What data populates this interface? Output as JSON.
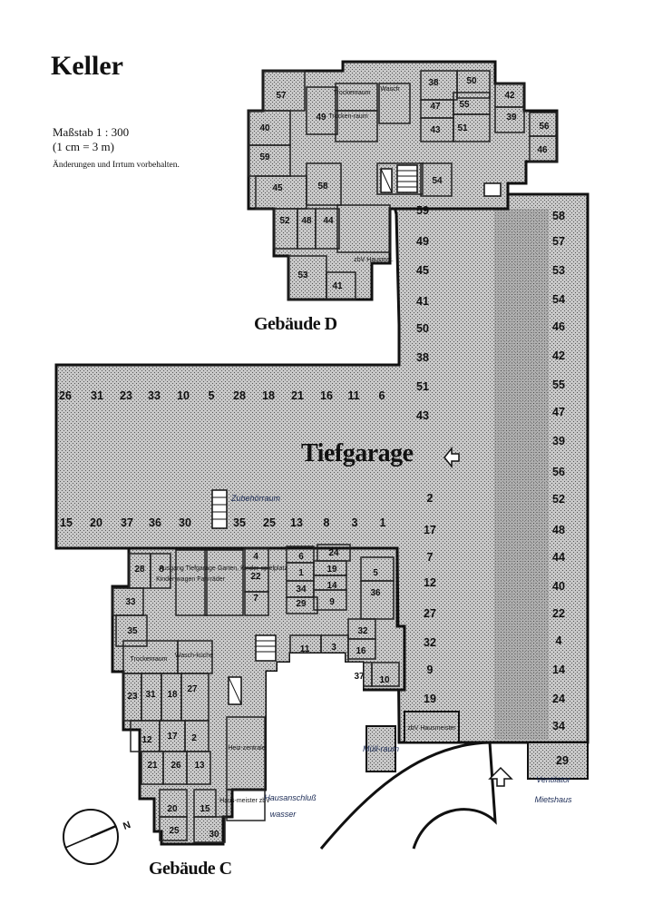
{
  "header": {
    "title": "Keller",
    "scale_line1": "Maßstab 1 : 300",
    "scale_line2": "(1 cm = 3 m)",
    "disclaimer": "Änderungen und Irrtum vorbehalten."
  },
  "buildings": {
    "d_label": "Gebäude D",
    "c_label": "Gebäude C",
    "garage_label": "Tiefgarage"
  },
  "gebaeude_d_cellars": [
    "57",
    "49",
    "40",
    "59",
    "45",
    "58",
    "52",
    "48",
    "44",
    "53",
    "41",
    "38",
    "47",
    "43",
    "50",
    "55",
    "51",
    "42",
    "39",
    "56",
    "46",
    "54"
  ],
  "gebaeude_d_rooms": [
    "Trockenraum",
    "Wasch",
    "Trocken-raum",
    "zbV Hausmst."
  ],
  "garage_column_left": [
    "59",
    "49",
    "45",
    "41",
    "50",
    "38",
    "51",
    "43"
  ],
  "garage_column_right": [
    "58",
    "57",
    "53",
    "54",
    "46",
    "42",
    "55",
    "47",
    "39",
    "56",
    "52",
    "48",
    "44",
    "40",
    "22",
    "4",
    "14",
    "24",
    "34"
  ],
  "garage_top_row": [
    "26",
    "31",
    "23",
    "33",
    "10",
    "5",
    "28",
    "18",
    "21",
    "16",
    "11",
    "6"
  ],
  "garage_bottom_row": [
    "15",
    "20",
    "37",
    "36",
    "30",
    "35",
    "25",
    "13",
    "8",
    "3",
    "1"
  ],
  "garage_middle_column": [
    "2",
    "17",
    "7",
    "12",
    "27",
    "32",
    "9",
    "19"
  ],
  "garage_corner_cellar": "29",
  "gebaeude_c_cellars": [
    "28",
    "8",
    "33",
    "35",
    "4",
    "22",
    "7",
    "6",
    "1",
    "34",
    "29",
    "24",
    "19",
    "14",
    "9",
    "5",
    "36",
    "32",
    "16",
    "11",
    "3",
    "37",
    "10",
    "23",
    "31",
    "18",
    "27",
    "12",
    "17",
    "2",
    "21",
    "26",
    "13",
    "20",
    "15",
    "25",
    "30"
  ],
  "gebaeude_c_rooms": [
    "Kinder-wagen Fahrräder",
    "Ausgang Tiefgarage Garten, Kinder-spielplatz",
    "Trockenraum",
    "Wasch-küche",
    "Heiz-zentrale",
    "Haus-meister zbV",
    "zbV Hausmeister"
  ],
  "handwritten": [
    "Zubehörraum",
    "Hausanschluß",
    "Müll-raum",
    "Ventilator",
    "Mietshaus",
    "wasser"
  ],
  "compass": {
    "label": "N"
  }
}
